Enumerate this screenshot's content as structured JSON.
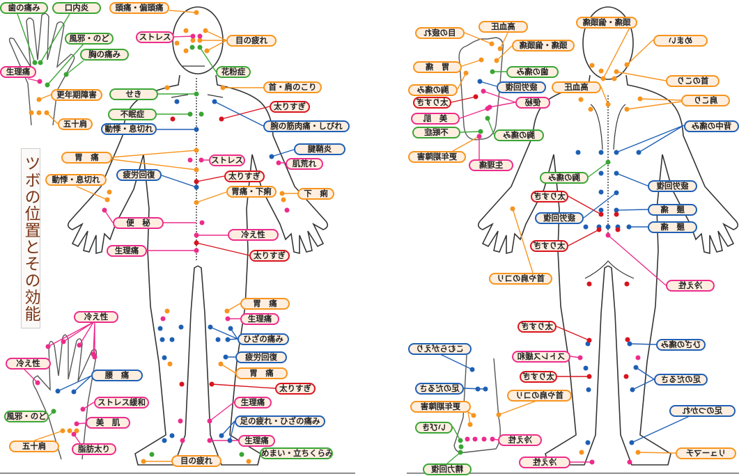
{
  "title": "ツボの位置とその効能",
  "colors": {
    "orange": "#f7941d",
    "green": "#3aa535",
    "pink": "#ec2c8c",
    "red": "#d7141e",
    "blue": "#1e5fb4",
    "title": "#7a3416"
  },
  "front": {
    "labels": [
      "歯の痛み",
      "口内炎",
      "頭痛・偏頭痛",
      "ストレス",
      "目の疲れ",
      "風邪・のど",
      "胸の痛み",
      "生理痛",
      "花粉症",
      "更年期障害",
      "首・肩のこり",
      "せき",
      "五十肩",
      "太りすぎ",
      "不眠症",
      "腕の筋肉痛・しびれ",
      "動悸・息切れ",
      "腱鞘炎",
      "胃　痛",
      "ストレス",
      "肌荒れ",
      "疲労回復",
      "太りすぎ",
      "動悸・息切れ",
      "胃痛・下痢",
      "下　痢",
      "便　秘",
      "冷え性",
      "生理痛",
      "太りすぎ",
      "胃　痛",
      "生理痛",
      "ひざの痛み",
      "疲労回復",
      "胃　痛",
      "太りすぎ",
      "生理痛",
      "足の疲れ・ひざの痛み",
      "生理痛",
      "めまい・立ちくらみ",
      "目の疲れ",
      "冷え性",
      "冷え性",
      "腰　痛",
      "ストレス緩和",
      "風邪・のど",
      "美　肌",
      "五十肩",
      "脂肪太り"
    ]
  },
  "back": {
    "labels": [
      "目の疲れ",
      "高血圧",
      "頭痛・偏頭痛",
      "胃　痛",
      "歯の痛み",
      "胸の痛み",
      "疲労回復",
      "高血圧",
      "太りすぎ",
      "便秘",
      "美　肌",
      "不眠症",
      "胸の痛み",
      "更年期障害",
      "生理痛",
      "頭痛・偏頭痛",
      "めまい",
      "首のこり",
      "肩こり",
      "背中の痛み",
      "胸の痛み",
      "疲労回復",
      "太りすぎ",
      "腰　痛",
      "疲労回復",
      "腰　痛",
      "太りすぎ",
      "首や肩のコリ",
      "冷え性",
      "太りすぎ",
      "ひざの痛み",
      "こむらがえり",
      "ストレス緩和",
      "太りすぎ",
      "足のだるさ",
      "足のだるさ",
      "首や肩のコリ",
      "更年期障害",
      "足のつかれ",
      "いびき",
      "冷え性",
      "リューマチ",
      "冷え性",
      "精力回復"
    ]
  }
}
